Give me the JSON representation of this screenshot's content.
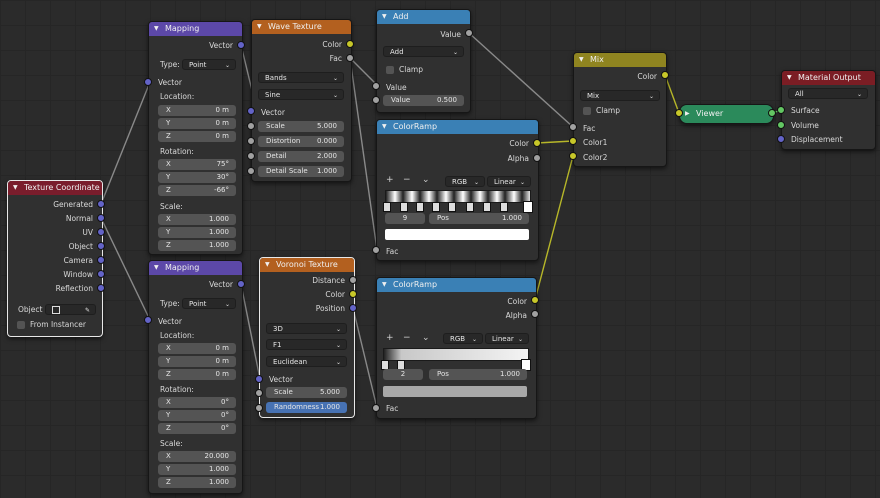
{
  "nodes": {
    "texcoord": {
      "title": "Texture Coordinate",
      "outputs": [
        "Generated",
        "Normal",
        "UV",
        "Object",
        "Camera",
        "Window",
        "Reflection"
      ],
      "object_label": "Object",
      "from_instancer": "From Instancer"
    },
    "mapping1": {
      "title": "Mapping",
      "out_vector": "Vector",
      "type_label": "Type:",
      "type_value": "Point",
      "in_vector": "Vector",
      "location_label": "Location:",
      "location": [
        {
          "k": "X",
          "v": "0 m"
        },
        {
          "k": "Y",
          "v": "0 m"
        },
        {
          "k": "Z",
          "v": "0 m"
        }
      ],
      "rotation_label": "Rotation:",
      "rotation": [
        {
          "k": "X",
          "v": "75°"
        },
        {
          "k": "Y",
          "v": "30°"
        },
        {
          "k": "Z",
          "v": "-66°"
        }
      ],
      "scale_label": "Scale:",
      "scale": [
        {
          "k": "X",
          "v": "1.000"
        },
        {
          "k": "Y",
          "v": "1.000"
        },
        {
          "k": "Z",
          "v": "1.000"
        }
      ]
    },
    "mapping2": {
      "title": "Mapping",
      "out_vector": "Vector",
      "type_label": "Type:",
      "type_value": "Point",
      "in_vector": "Vector",
      "location_label": "Location:",
      "location": [
        {
          "k": "X",
          "v": "0 m"
        },
        {
          "k": "Y",
          "v": "0 m"
        },
        {
          "k": "Z",
          "v": "0 m"
        }
      ],
      "rotation_label": "Rotation:",
      "rotation": [
        {
          "k": "X",
          "v": "0°"
        },
        {
          "k": "Y",
          "v": "0°"
        },
        {
          "k": "Z",
          "v": "0°"
        }
      ],
      "scale_label": "Scale:",
      "scale": [
        {
          "k": "X",
          "v": "20.000"
        },
        {
          "k": "Y",
          "v": "1.000"
        },
        {
          "k": "Z",
          "v": "1.000"
        }
      ]
    },
    "wave": {
      "title": "Wave Texture",
      "out_color": "Color",
      "out_fac": "Fac",
      "type_value": "Bands",
      "profile_value": "Sine",
      "in_vector": "Vector",
      "fields": [
        {
          "k": "Scale",
          "v": "5.000"
        },
        {
          "k": "Distortion",
          "v": "0.000"
        },
        {
          "k": "Detail",
          "v": "2.000"
        },
        {
          "k": "Detail Scale",
          "v": "1.000"
        }
      ]
    },
    "voronoi": {
      "title": "Voronoi Texture",
      "out_distance": "Distance",
      "out_color": "Color",
      "out_position": "Position",
      "dim_value": "3D",
      "feature_value": "F1",
      "metric_value": "Euclidean",
      "in_vector": "Vector",
      "scale": {
        "k": "Scale",
        "v": "5.000"
      },
      "randomness": {
        "k": "Randomness",
        "v": "1.000"
      }
    },
    "add": {
      "title": "Add",
      "out_value": "Value",
      "op_value": "Add",
      "clamp_label": "Clamp",
      "in_value": "Value",
      "field": {
        "k": "Value",
        "v": "0.500"
      }
    },
    "ramp1": {
      "title": "ColorRamp",
      "out_color": "Color",
      "out_alpha": "Alpha",
      "mode": "RGB",
      "interp": "Linear",
      "index": "9",
      "pos": {
        "k": "Pos",
        "v": "1.000"
      },
      "in_fac": "Fac"
    },
    "ramp2": {
      "title": "ColorRamp",
      "out_color": "Color",
      "out_alpha": "Alpha",
      "mode": "RGB",
      "interp": "Linear",
      "index": "2",
      "pos": {
        "k": "Pos",
        "v": "1.000"
      },
      "in_fac": "Fac"
    },
    "mix": {
      "title": "Mix",
      "out_color": "Color",
      "blend_value": "Mix",
      "clamp_label": "Clamp",
      "in_fac": "Fac",
      "in_color1": "Color1",
      "in_color2": "Color2"
    },
    "viewer": {
      "title": "Viewer"
    },
    "output": {
      "title": "Material Output",
      "target_value": "All",
      "inputs": [
        "Surface",
        "Volume",
        "Displacement"
      ]
    }
  },
  "colors": {
    "background": "#2b2b2b",
    "vector_socket": "#6363c7",
    "color_socket": "#c7c729",
    "float_socket": "#a1a1a1",
    "shader_socket": "#63c763"
  }
}
